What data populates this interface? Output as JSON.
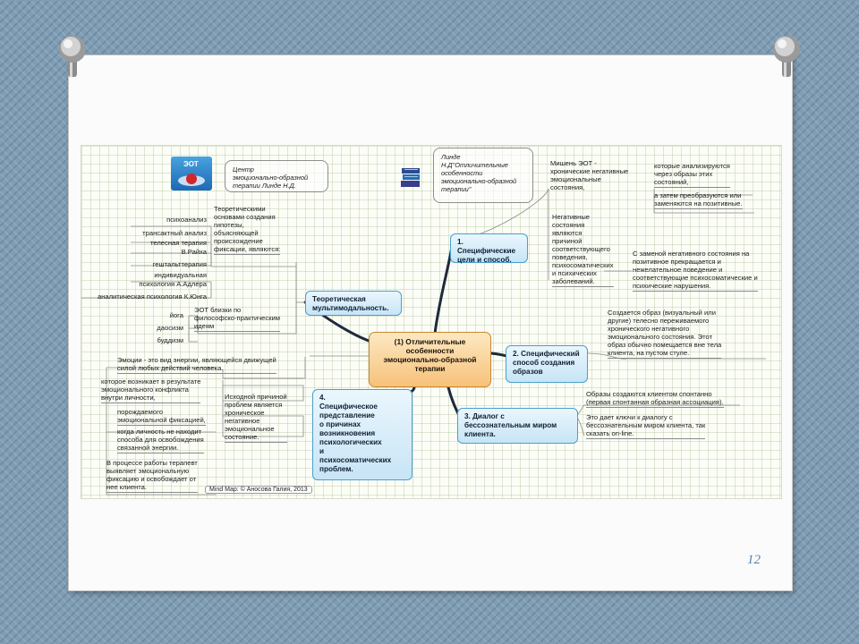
{
  "slide": {
    "page_number": "12"
  },
  "header": {
    "logo_text": "ЭОТ",
    "center_lines": [
      "Центр",
      "эмоционально-образной",
      "терапии Линде Н.Д."
    ],
    "book_lines": [
      "Линде",
      "Н.Д\"Отличительные",
      "особенности",
      "эмоционально-образной",
      "терапии\""
    ]
  },
  "central": {
    "lines": [
      "(1) Отличительные",
      "особенности",
      "эмоционально-образной",
      "терапии"
    ]
  },
  "branches": {
    "b1": {
      "lines": [
        "1. Специфические",
        "цели и способ."
      ]
    },
    "b2": {
      "lines": [
        "2. Специфический",
        "способ создания",
        "образов"
      ]
    },
    "b3": {
      "lines": [
        "3. Диалог с",
        "бессознательным миром",
        "клиента."
      ]
    },
    "b4": {
      "lines": [
        "4.",
        "Специфическое",
        "представление",
        "о причинах",
        "возникновения",
        "психологических",
        "и",
        "психосоматических",
        "проблем."
      ]
    },
    "theory": {
      "lines": [
        "Теоретическая",
        "мультимодальность."
      ]
    }
  },
  "theory": {
    "intro_lines": [
      "Теоретическими",
      "основами создания",
      "гипотезы,",
      "объясняющей",
      "происхождение",
      "фиксации, являются:"
    ],
    "items": [
      "психоанализ",
      "трансактный анализ",
      "телесная терапия",
      "В.Райха",
      "гештальттерапия",
      "индивидуальная",
      "психология А.Адлера",
      "аналитическая психология К.Юнга"
    ],
    "philo_lines": [
      "ЭОТ близки по",
      "философско-практическим",
      "идеям"
    ],
    "philo_items": [
      "йога",
      "даосизм",
      "буддизм"
    ]
  },
  "goals": {
    "target_lines": [
      "Мишень ЭОТ -",
      "хронические негативные",
      "эмоциональные",
      "состояния,"
    ],
    "target_a_lines": [
      "которые анализируются",
      "через образы этих",
      "состояний,"
    ],
    "target_b_lines": [
      "а затем преобразуются или",
      "заменяются на позитивные."
    ],
    "negative_lines": [
      "Негативные",
      "состояния",
      "являются",
      "причиной",
      "соответствующего",
      "поведения,",
      "психосоматических",
      "и психических",
      "заболеваний."
    ],
    "replace_lines": [
      "С заменой негативного состояния на",
      "позитивное прекращается и",
      "нежелательное поведение и",
      "соответствующие психосоматические и",
      "психические нарушения."
    ]
  },
  "images": {
    "lines": [
      "Создается образ (визуальный или",
      "другие) телесно переживаемого",
      "хронического негативного",
      "эмоционального состояния. Этот",
      "образ обычно помещается вне тела",
      "клиента, на пустом стуле."
    ]
  },
  "dialog": {
    "a_lines": [
      "Образы создаются клиентом спонтанно",
      "(первая спонтанная образная ассоциация)."
    ],
    "b_lines": [
      "Это дает ключи к диалогу с",
      "бессознательным миром клиента, так",
      "сказать on-line."
    ]
  },
  "causes": {
    "emotions_lines": [
      "Эмоции - это вид энергии, являющейся движущей",
      "силой любых действий человека."
    ],
    "conflict_lines": [
      "которое возникает в результате",
      "эмоционального конфликта",
      "внутри личности,"
    ],
    "fixation": "порождаемого",
    "fixation_b": "эмоциональной фиксацией,",
    "stuck_lines": [
      "когда личность не находит",
      "способа для освобождения",
      "связанной энергии."
    ],
    "therapy_lines": [
      "В процессе работы терапевт",
      "выявляет эмоциональную",
      "фиксацию и освобождает от",
      "нее клиента."
    ],
    "source_lines": [
      "Исходной причиной",
      "проблем является",
      "хроническое",
      "негативное",
      "эмоциональное",
      "состояние."
    ]
  },
  "credit": "Mind Map: © Аносова Галия, 2013"
}
